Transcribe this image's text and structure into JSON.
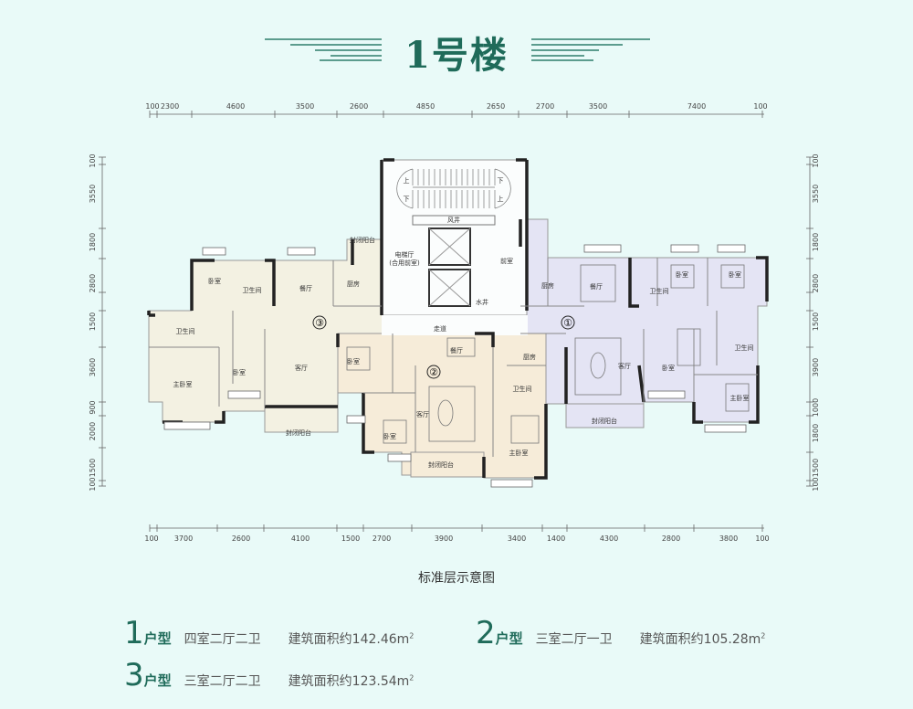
{
  "title": "1号楼",
  "caption": "标准层示意图",
  "colors": {
    "accent": "#1f6b5a",
    "background": "#e9faf8",
    "unit1": "#e4e4f4",
    "unit2": "#f6ecd9",
    "unit3": "#f3f1e2"
  },
  "dimensions": {
    "top": [
      "100",
      "2300",
      "4600",
      "3500",
      "2600",
      "4850",
      "2650",
      "2700",
      "3500",
      "7400",
      "100"
    ],
    "bottom": [
      "100",
      "3700",
      "2600",
      "4100",
      "1500",
      "2700",
      "3900",
      "3400",
      "1400",
      "4300",
      "2800",
      "3800",
      "100"
    ],
    "left": [
      "100",
      "3550",
      "1800",
      "2800",
      "1500",
      "3600",
      "900",
      "2000",
      "1500",
      "100"
    ],
    "right": [
      "100",
      "3550",
      "1800",
      "2800",
      "1500",
      "3900",
      "1000",
      "1800",
      "1500",
      "100"
    ]
  },
  "plan": {
    "core": {
      "stair_up": "上",
      "stair_down": "下",
      "wind_shaft": "风井",
      "elevator_hall": "电梯厅",
      "elevator_hall_note": "(合用前室)",
      "front_room": "前室",
      "water_shaft": "水井",
      "corridor": "走道"
    },
    "unit_markers": [
      "①",
      "②",
      "③"
    ],
    "unit1_rooms": {
      "kitchen": "厨房",
      "dining": "餐厅",
      "bedroom_a": "卧室",
      "bedroom_b": "卧室",
      "bath_a": "卫生间",
      "bath_b": "卫生间",
      "living": "客厅",
      "bedroom_c": "卧室",
      "master": "主卧室",
      "balcony": "封闭阳台"
    },
    "unit2_rooms": {
      "bedroom_a": "卧室",
      "dining": "餐厅",
      "kitchen": "厨房",
      "bath": "卫生间",
      "living": "客厅",
      "bedroom_b": "卧室",
      "master": "主卧室",
      "balcony": "封闭阳台"
    },
    "unit3_rooms": {
      "bedroom_a": "卧室",
      "bath_a": "卫生间",
      "dining": "餐厅",
      "kitchen": "厨房",
      "balcony_top": "封闭阳台",
      "bath_b": "卫生间",
      "bedroom_b": "卧室",
      "master": "主卧室",
      "living": "客厅",
      "balcony": "封闭阳台"
    }
  },
  "legend": [
    {
      "num": "1",
      "type": "户型",
      "rooms": "四室二厅二卫",
      "area": "建筑面积约142.46m",
      "sup": "2"
    },
    {
      "num": "2",
      "type": "户型",
      "rooms": "三室二厅一卫",
      "area": "建筑面积约105.28m",
      "sup": "2"
    },
    {
      "num": "3",
      "type": "户型",
      "rooms": "三室二厅二卫",
      "area": "建筑面积约123.54m",
      "sup": "2"
    }
  ]
}
